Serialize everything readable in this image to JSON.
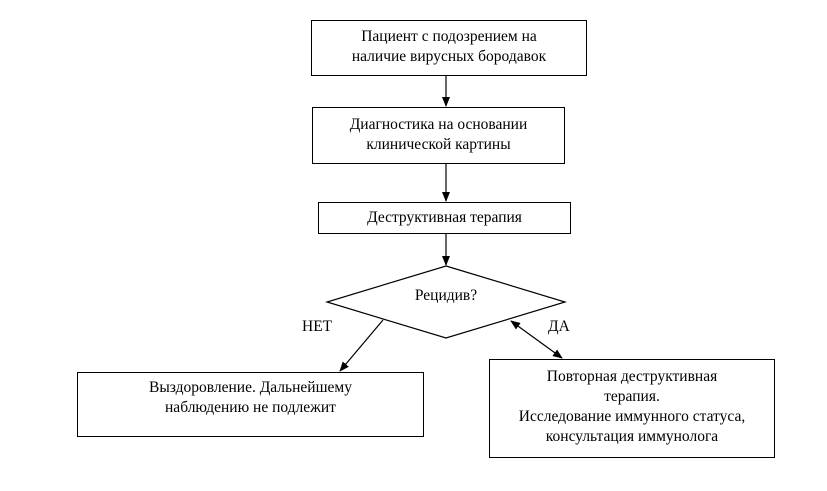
{
  "nodes": {
    "start": {
      "lines": [
        "Пациент с подозрением на",
        "наличие вирусных бородавок"
      ]
    },
    "diagnosis": {
      "lines": [
        "Диагностика на основании",
        "клинической картины"
      ]
    },
    "therapy": {
      "lines": [
        "Деструктивная терапия"
      ]
    },
    "decision": {
      "text": "Рецидив?"
    },
    "recovery": {
      "lines": [
        "Выздоровление. Дальнейшему",
        "наблюдению не подлежит"
      ]
    },
    "repeat": {
      "lines": [
        "Повторная деструктивная",
        "терапия.",
        "Исследование иммунного статуса,",
        "консультация иммунолога"
      ]
    }
  },
  "edges": {
    "no_label": "НЕТ",
    "yes_label": "ДА"
  }
}
